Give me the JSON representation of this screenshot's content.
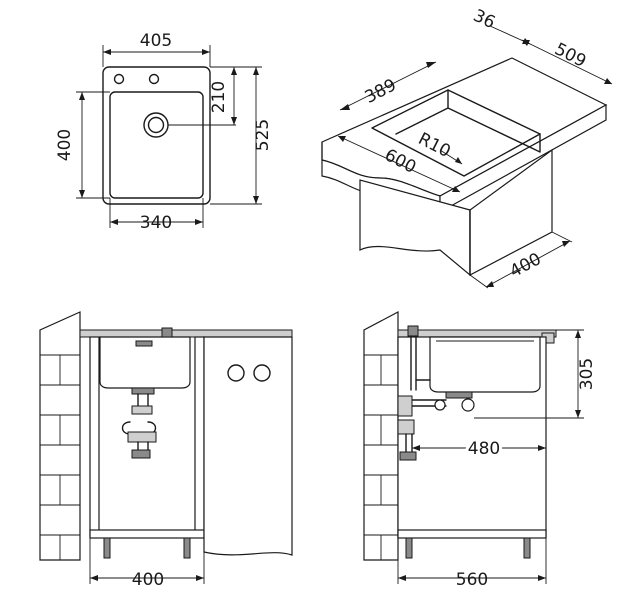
{
  "dimensions": {
    "top_width": "405",
    "top_height": "525",
    "bowl_width": "340",
    "bowl_height": "400",
    "drain_offset": "210",
    "iso_depth": "36",
    "iso_width": "509",
    "iso_inner": "389",
    "iso_radius": "R10",
    "iso_length": "600",
    "iso_cabinet": "400",
    "front_cabinet": "400",
    "side_depth": "305",
    "side_drain": "480",
    "side_cabinet": "560"
  }
}
